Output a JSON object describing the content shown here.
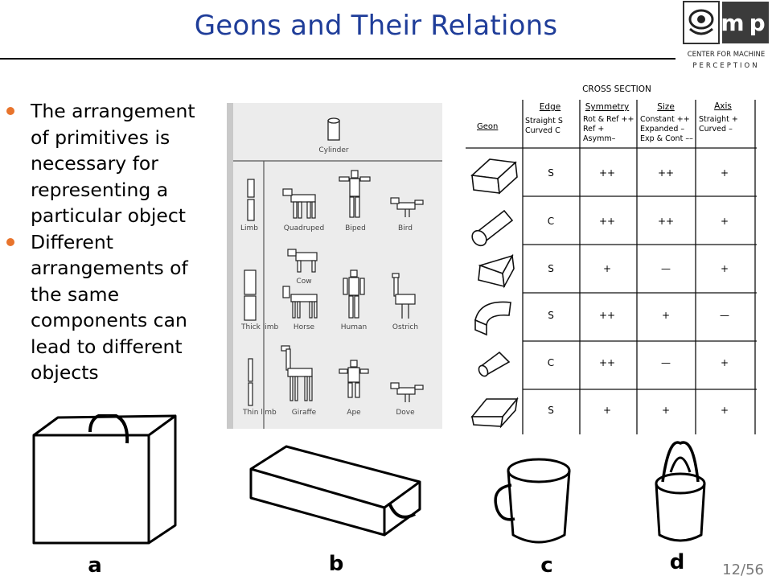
{
  "slide": {
    "title": "Geons and Their Relations",
    "page_number": "12/56"
  },
  "logo": {
    "letters": "mp",
    "line1": "CENTER FOR MACHINE",
    "line2": "PERCEPTION"
  },
  "bullets": [
    "The arrangement of primitives is necessary for representing a particular object",
    "Different arrangements of the same components can lead to different objects"
  ],
  "objects_panel": {
    "labels": {
      "cylinder": "Cylinder",
      "limb": "Limb",
      "quadruped": "Quadruped",
      "biped": "Biped",
      "bird": "Bird",
      "cow": "Cow",
      "thick_limb": "Thick limb",
      "horse": "Horse",
      "human": "Human",
      "ostrich": "Ostrich",
      "thin_limb": "Thin limb",
      "giraffe": "Giraffe",
      "ape": "Ape",
      "dove": "Dove"
    }
  },
  "geon_table": {
    "title": "CROSS SECTION",
    "row_header": "Geon",
    "columns": [
      {
        "name": "Edge",
        "desc": [
          "Straight S",
          "Curved C"
        ]
      },
      {
        "name": "Symmetry",
        "desc": [
          "Rot & Ref ++",
          "Ref +",
          "Asymm–"
        ]
      },
      {
        "name": "Size",
        "desc": [
          "Constant ++",
          "Expanded –",
          "Exp & Cont ––"
        ]
      },
      {
        "name": "Axis",
        "desc": [
          "Straight +",
          "Curved –"
        ]
      }
    ],
    "rows": [
      [
        "S",
        "++",
        "++",
        "+"
      ],
      [
        "C",
        "++",
        "++",
        "+"
      ],
      [
        "S",
        "+",
        "—",
        "+"
      ],
      [
        "S",
        "++",
        "+",
        "—"
      ],
      [
        "C",
        "++",
        "—",
        "+"
      ],
      [
        "S",
        "+",
        "+",
        "+"
      ]
    ]
  },
  "bottom_figures": {
    "labels": [
      "a",
      "b",
      "c",
      "d"
    ]
  }
}
